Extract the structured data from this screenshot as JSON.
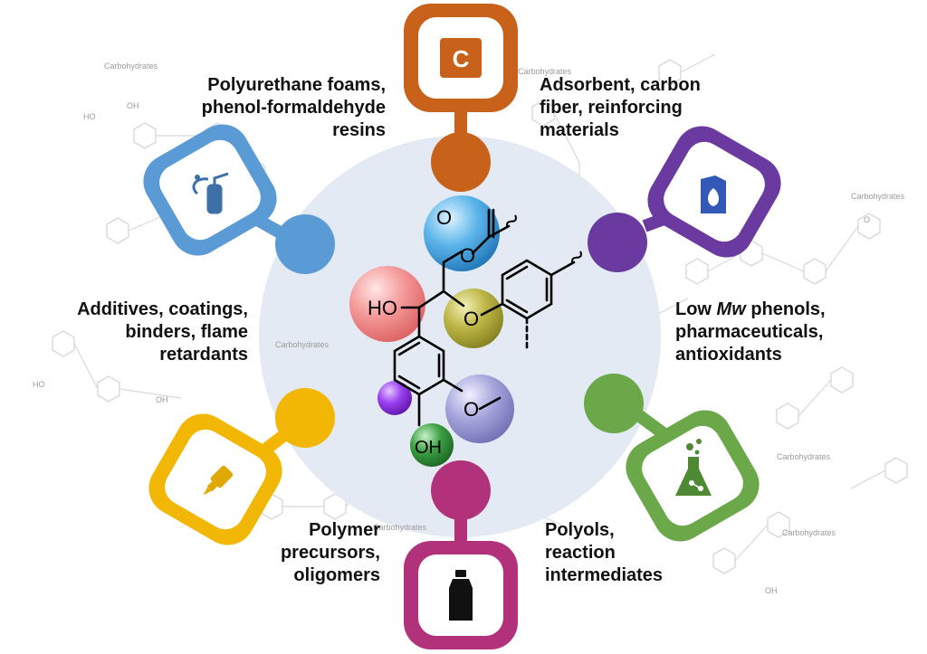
{
  "labels": {
    "top_left": [
      "Polyurethane foams,",
      "phenol-formaldehyde",
      "resins"
    ],
    "top_right": [
      "Adsorbent, carbon",
      "fiber, reinforcing",
      "materials"
    ],
    "left": [
      "Additives, coatings,",
      "binders, flame",
      "retardants"
    ],
    "right_prefix": "Low ",
    "right_italic": "Mw",
    "right_suffix": " phenols,",
    "right_rest": [
      "pharmaceuticals,",
      "antioxidants"
    ],
    "bottom_left": [
      "Polymer",
      "precursors,",
      "oligomers"
    ],
    "bottom_right": [
      "Polyols,",
      "reaction",
      "intermediates"
    ]
  },
  "molecule": {
    "ho_label": "HO",
    "oh_label": "OH",
    "o_ester": "O",
    "o_carbonyl": "O",
    "o_ether": "O",
    "o_methoxy": "O"
  },
  "background_text": {
    "carbohydrates": "Carbohydrates",
    "oh": "OH",
    "ho": "HO",
    "o": "O"
  },
  "icons": {
    "top": {
      "name": "carbon-element-icon",
      "glyph": "C",
      "color": "#c8611a"
    },
    "top_right": {
      "name": "fuel-canister-icon",
      "color": "#6a3aa0"
    },
    "right": {
      "name": "chemistry-flask-icon",
      "color": "#6aa84a"
    },
    "bottom": {
      "name": "bottle-icon",
      "color": "#b1317a"
    },
    "left": {
      "name": "glue-bottle-icon",
      "color": "#f2b705"
    },
    "top_left": {
      "name": "fire-extinguisher-icon",
      "color": "#5b9bd5"
    }
  },
  "colors": {
    "center_disc": "#e4eaf3",
    "sphere_blue": "#3a9ad9",
    "sphere_red": "#f08080",
    "sphere_olive": "#a8a236",
    "sphere_lavender": "#8c8ccc",
    "sphere_purple": "#8a2be2",
    "sphere_green": "#2e8b37"
  }
}
